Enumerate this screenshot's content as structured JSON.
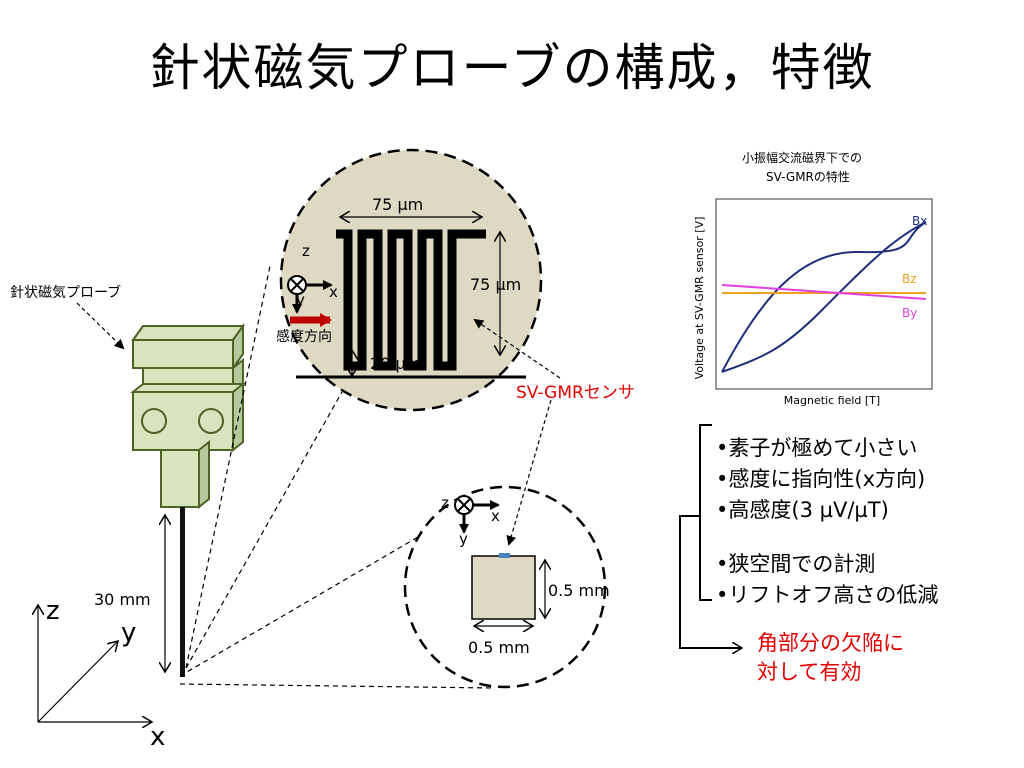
{
  "title": "針状磁気プローブの構成，特徴",
  "probe_label": "針状磁気プローブ",
  "needle_length": "30 mm",
  "axes": {
    "z": "z",
    "y": "y",
    "x": "x"
  },
  "sensor_zoom": {
    "width": "75 µm",
    "height": "75 µm",
    "pitch": "20 µm",
    "sensitivity_direction": "感度方向",
    "axis_z": "z",
    "axis_x": "x",
    "axis_y": "y"
  },
  "sensor_label": "SV-GMRセンサ",
  "tip_zoom": {
    "height": "0.5 mm",
    "width": "0.5 mm",
    "axis_z": "z",
    "axis_x": "x",
    "axis_y": "y"
  },
  "chart_caption": [
    "小振幅交流磁界下での",
    "SV-GMRの特性"
  ],
  "chart_data": {
    "type": "line",
    "xlabel": "Magnetic field [T]",
    "ylabel": "Voltage at SV-GMR sensor [V]",
    "series": [
      {
        "name": "Bx",
        "color": "#1f2f7a",
        "shape": "hysteresis-loop"
      },
      {
        "name": "Bz",
        "color": "#f0a020",
        "shape": "flat"
      },
      {
        "name": "By",
        "color": "#e040e0",
        "shape": "slight-negative-slope"
      }
    ],
    "grid": false
  },
  "features": [
    "•素子が極めて小さい",
    "•感度に指向性(x方向)",
    "•高感度(3 µV/µT)",
    "•狭空間での計測",
    "•リフトオフ高さの低減"
  ],
  "conclusion": [
    "角部分の欠陥に",
    "対して有効"
  ],
  "colors": {
    "probe_fill": "#d8e4bc",
    "probe_stroke": "#4f6228",
    "zoom_fill": "#ddd9c3",
    "highlight_red": "#e00000",
    "sense_arrow": "#c00000"
  }
}
